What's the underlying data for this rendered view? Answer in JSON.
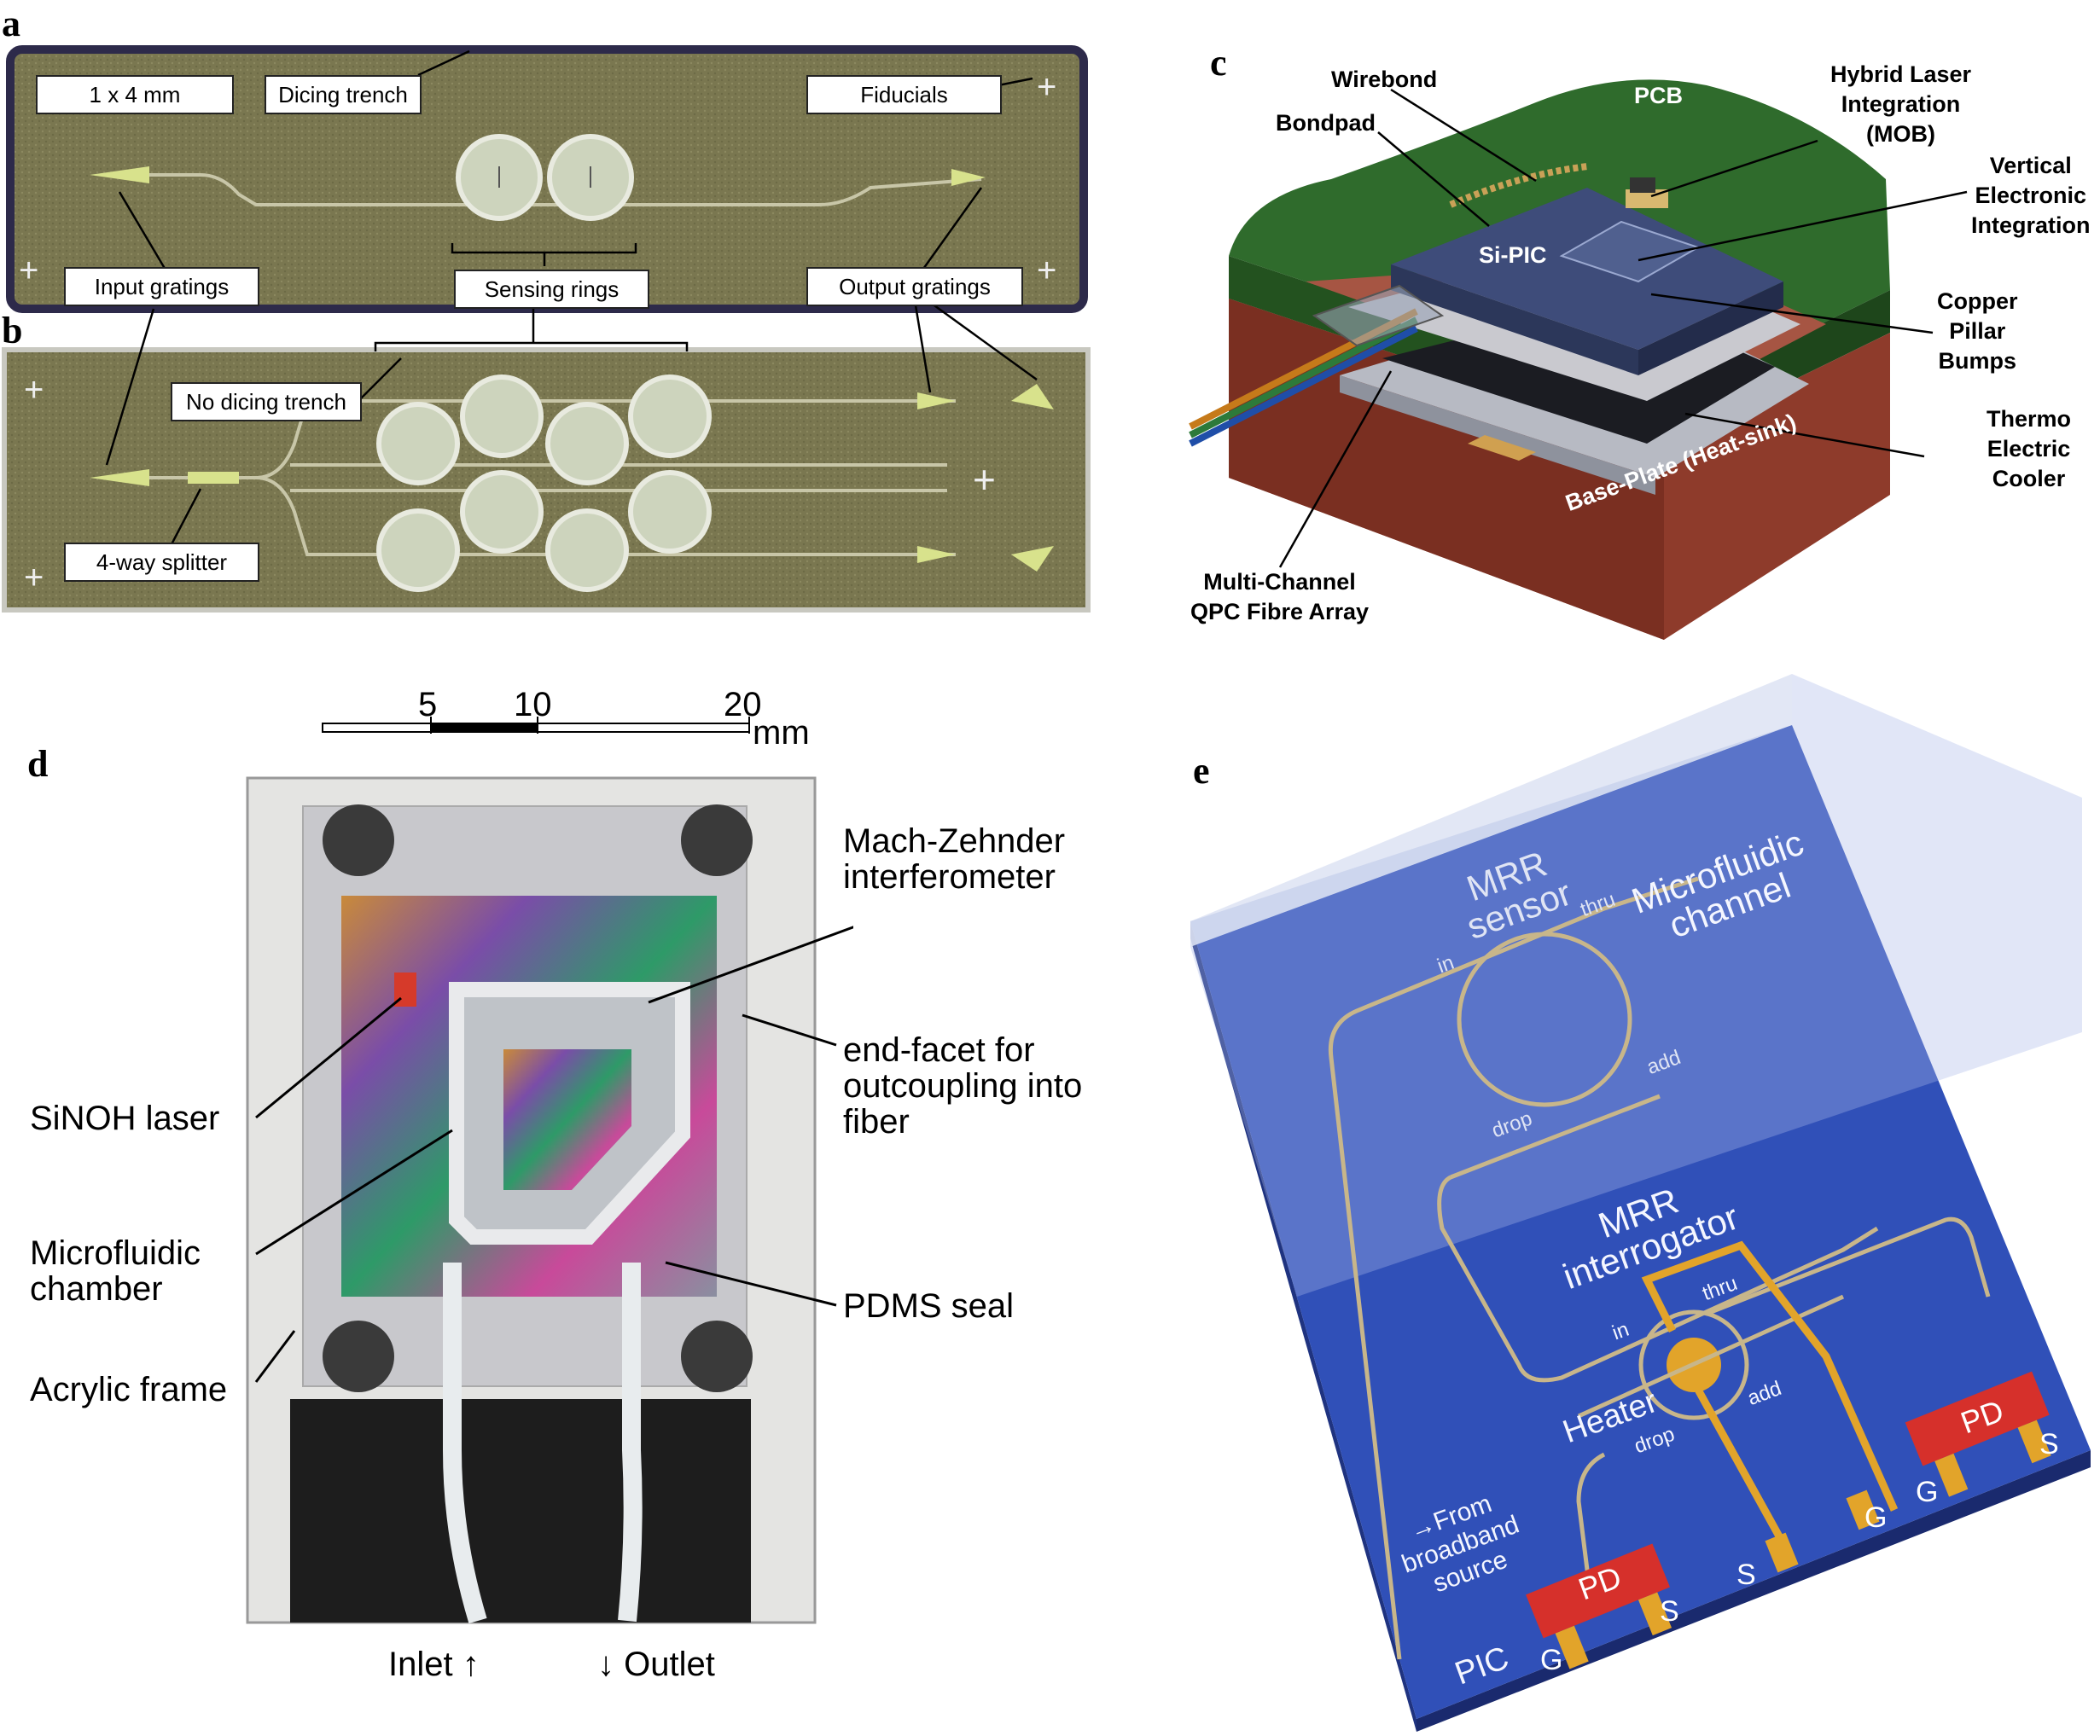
{
  "panels": {
    "a": {
      "letter": "a",
      "labels": {
        "size": "1 x 4 mm",
        "dicing_trench": "Dicing trench",
        "fiducials": "Fiducials",
        "input_gratings": "Input gratings",
        "sensing_rings": "Sensing rings",
        "output_gratings": "Output gratings"
      }
    },
    "b": {
      "letter": "b",
      "labels": {
        "no_dicing_trench": "No dicing trench",
        "splitter": "4-way splitter"
      }
    },
    "c": {
      "letter": "c",
      "labels": {
        "wirebond": "Wirebond",
        "bondpad": "Bondpad",
        "pcb": "PCB",
        "hybrid_laser": [
          "Hybrid Laser",
          "Integration",
          "(MOB)"
        ],
        "vertical_electronic": [
          "Vertical",
          "Electronic",
          "Integration"
        ],
        "si_pic": "Si-PIC",
        "copper_pillar": [
          "Copper",
          "Pillar",
          "Bumps"
        ],
        "thermo_electric": [
          "Thermo",
          "Electric",
          "Cooler"
        ],
        "base_plate": "Base-Plate (Heat-sink)",
        "fibre_array": [
          "Multi-Channel",
          "QPC Fibre Array"
        ]
      }
    },
    "d": {
      "letter": "d",
      "scale": {
        "ticks": [
          "5",
          "10",
          "20"
        ],
        "unit": "mm"
      },
      "labels": {
        "mzi": [
          "Mach-Zehnder",
          "interferometer"
        ],
        "end_facet": [
          "end-facet for",
          "outcoupling into",
          "fiber"
        ],
        "laser": "SiNOH laser",
        "chamber": [
          "Microfluidic",
          "chamber"
        ],
        "pdms": "PDMS seal",
        "frame": "Acrylic frame",
        "inlet": "Inlet",
        "outlet": "Outlet"
      }
    },
    "e": {
      "letter": "e",
      "labels": {
        "mrr_sensor": [
          "MRR",
          "sensor"
        ],
        "microfluidic_channel": [
          "Microfluidic",
          "channel"
        ],
        "in": "in",
        "thru": "thru",
        "add": "add",
        "drop": "drop",
        "mrr_interrogator": [
          "MRR",
          "interrogator"
        ],
        "heater": "Heater",
        "pd": "PD",
        "g": "G",
        "s": "S",
        "source": [
          "From",
          "broadband",
          "source"
        ],
        "pic": "PIC"
      }
    }
  },
  "colors": {
    "chip_bg": "#7d7a52",
    "pcb_green": "#2f6b2c",
    "base_red": "#8e3b2b",
    "pic_blue": "#3050b8",
    "gold": "#e2a42a",
    "pd_red": "#d6302b"
  }
}
